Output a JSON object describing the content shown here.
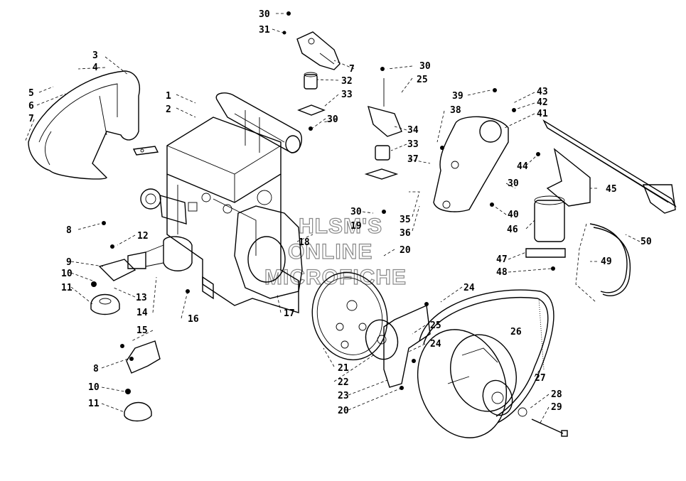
{
  "diagram": {
    "watermark": [
      "HLSM'S",
      "ONLINE",
      "MICROFICHE"
    ],
    "callouts": [
      "30",
      "31",
      "7",
      "32",
      "33",
      "30",
      "30",
      "25",
      "3",
      "4",
      "5",
      "6",
      "7",
      "1",
      "2",
      "34",
      "33",
      "37",
      "38",
      "39",
      "43",
      "42",
      "41",
      "44",
      "45",
      "30",
      "40",
      "46",
      "35",
      "36",
      "30",
      "19",
      "18",
      "20",
      "8",
      "12",
      "9",
      "10",
      "11",
      "13",
      "14",
      "15",
      "16",
      "17",
      "24",
      "25",
      "26",
      "24",
      "21",
      "22",
      "23",
      "20",
      "27",
      "28",
      "29",
      "47",
      "48",
      "49",
      "50",
      "8",
      "10",
      "11"
    ]
  }
}
